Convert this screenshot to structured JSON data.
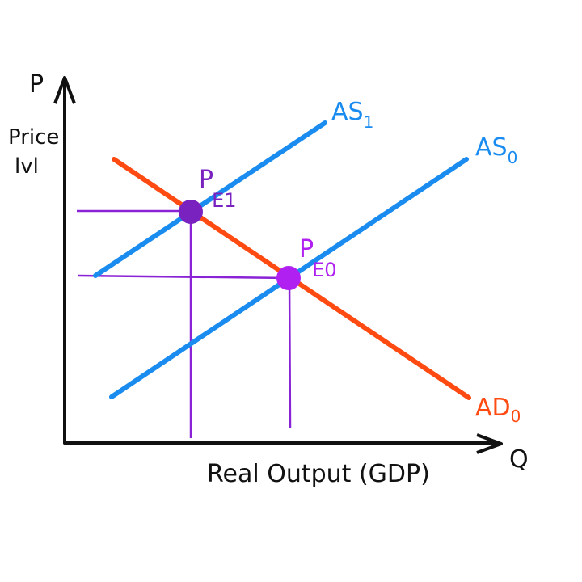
{
  "axes": {
    "y_label": "P",
    "y_sublabel_line1": "Price",
    "y_sublabel_line2": "lvl",
    "x_label": "Q",
    "x_title": "Real Output (GDP)"
  },
  "curves": {
    "as1": {
      "main": "AS",
      "sub": "1",
      "color": "#1a8cf0"
    },
    "as0": {
      "main": "AS",
      "sub": "0",
      "color": "#1a8cf0"
    },
    "ad0": {
      "main": "AD",
      "sub": "0",
      "color": "#ff4a12"
    }
  },
  "points": {
    "pe1": {
      "main": "P",
      "sub": "E1",
      "color": "#7a22c0"
    },
    "pe0": {
      "main": "P",
      "sub": "E0",
      "color": "#b020f0"
    }
  },
  "colors": {
    "guide": "#8a22d6",
    "axis": "#111111"
  }
}
